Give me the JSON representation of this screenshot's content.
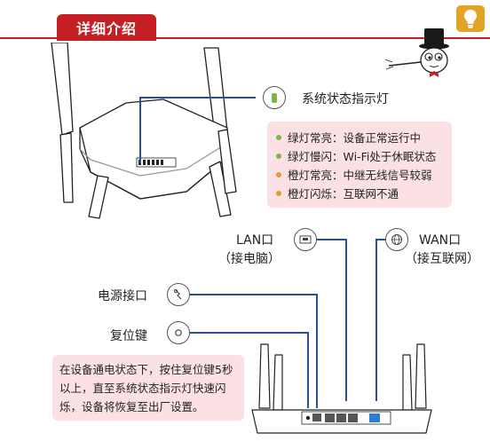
{
  "header": {
    "title": "详细介绍"
  },
  "indicator": {
    "label": "系统状态指示灯"
  },
  "status_list": [
    {
      "text": "绿灯常亮：设备正常运行中",
      "color": "#7ab648"
    },
    {
      "text": "绿灯慢闪：Wi-Fi处于休眠状态",
      "color": "#7ab648"
    },
    {
      "text": "橙灯常亮：中继无线信号较弱",
      "color": "#e89a2c"
    },
    {
      "text": "橙灯闪烁：互联网不通",
      "color": "#e89a2c"
    }
  ],
  "ports": {
    "lan_label": "LAN口",
    "lan_sub": "（接电脑）",
    "wan_label": "WAN口",
    "wan_sub": "（接互联网）",
    "power_label": "电源接口",
    "reset_label": "复位键"
  },
  "reset_note": "在设备通电状态下，按住复位键5秒以上，直至系统状态指示灯快速闪烁，设备将恢复至出厂设置。",
  "colors": {
    "accent": "#c51f25",
    "note_bg": "#fbe1e3",
    "line_blue": "#2a4f9b",
    "tip": "#e3a327"
  }
}
